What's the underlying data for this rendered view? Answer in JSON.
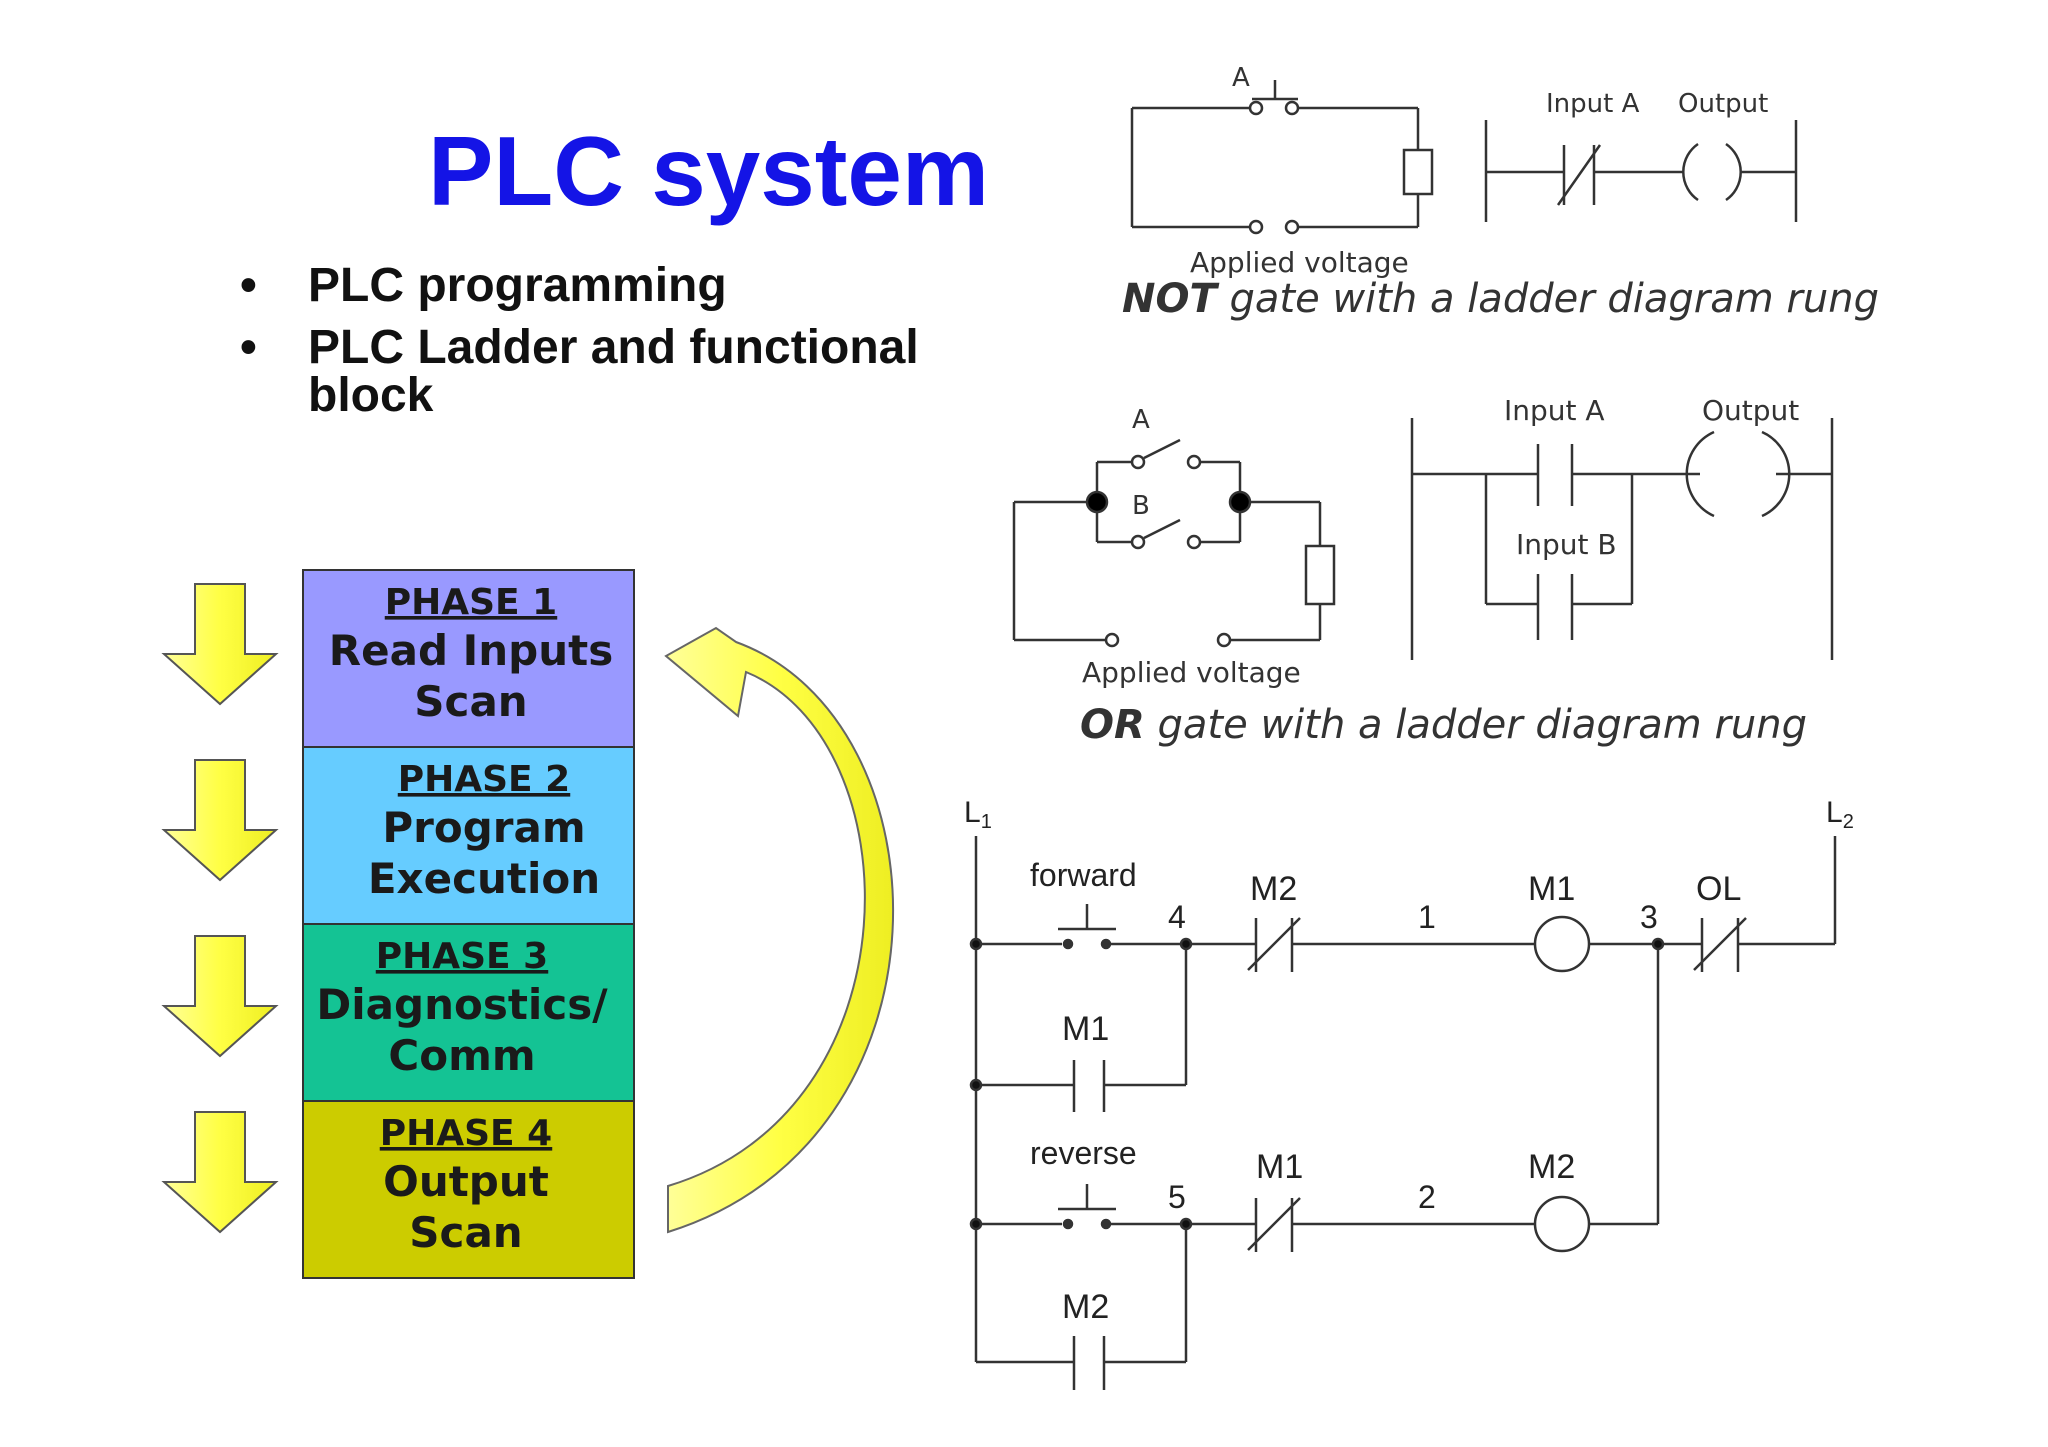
{
  "title": "PLC system",
  "bullets": [
    "PLC programming",
    "PLC Ladder and functional block"
  ],
  "not_diagram": {
    "switch_label": "A",
    "input_label": "Input A",
    "output_label": "Output",
    "voltage_label": "Applied voltage",
    "caption_bold": "NOT",
    "caption_rest": " gate with a ladder diagram rung"
  },
  "or_diagram": {
    "switch_a": "A",
    "switch_b": "B",
    "input_a": "Input A",
    "input_b": "Input B",
    "output_label": "Output",
    "voltage_label": "Applied voltage",
    "caption_bold": "OR",
    "caption_rest": " gate with a ladder diagram rung"
  },
  "scan_cycle": {
    "phases": [
      {
        "heading": "PHASE 1",
        "line1": "Read Inputs",
        "line2": "Scan",
        "color": "#9999ff"
      },
      {
        "heading": "PHASE 2",
        "line1": "Program",
        "line2": "Execution",
        "color": "#66ccff"
      },
      {
        "heading": "PHASE 3",
        "line1": "Diagnostics/",
        "line2": "Comm",
        "color": "#14c394"
      },
      {
        "heading": "PHASE 4",
        "line1": "Output",
        "line2": "Scan",
        "color": "#cccc00"
      }
    ],
    "arrow_color": "#ffff66"
  },
  "motor_ladder": {
    "l1": "L",
    "l1_sub": "1",
    "l2": "L",
    "l2_sub": "2",
    "forward": "forward",
    "reverse": "reverse",
    "m2_nc": "M2",
    "m1_coil": "M1",
    "ol": "OL",
    "m1_seal": "M1",
    "m1_nc": "M1",
    "m2_coil": "M2",
    "m2_seal": "M2",
    "wire_4": "4",
    "wire_1": "1",
    "wire_3": "3",
    "wire_5": "5",
    "wire_2": "2"
  }
}
